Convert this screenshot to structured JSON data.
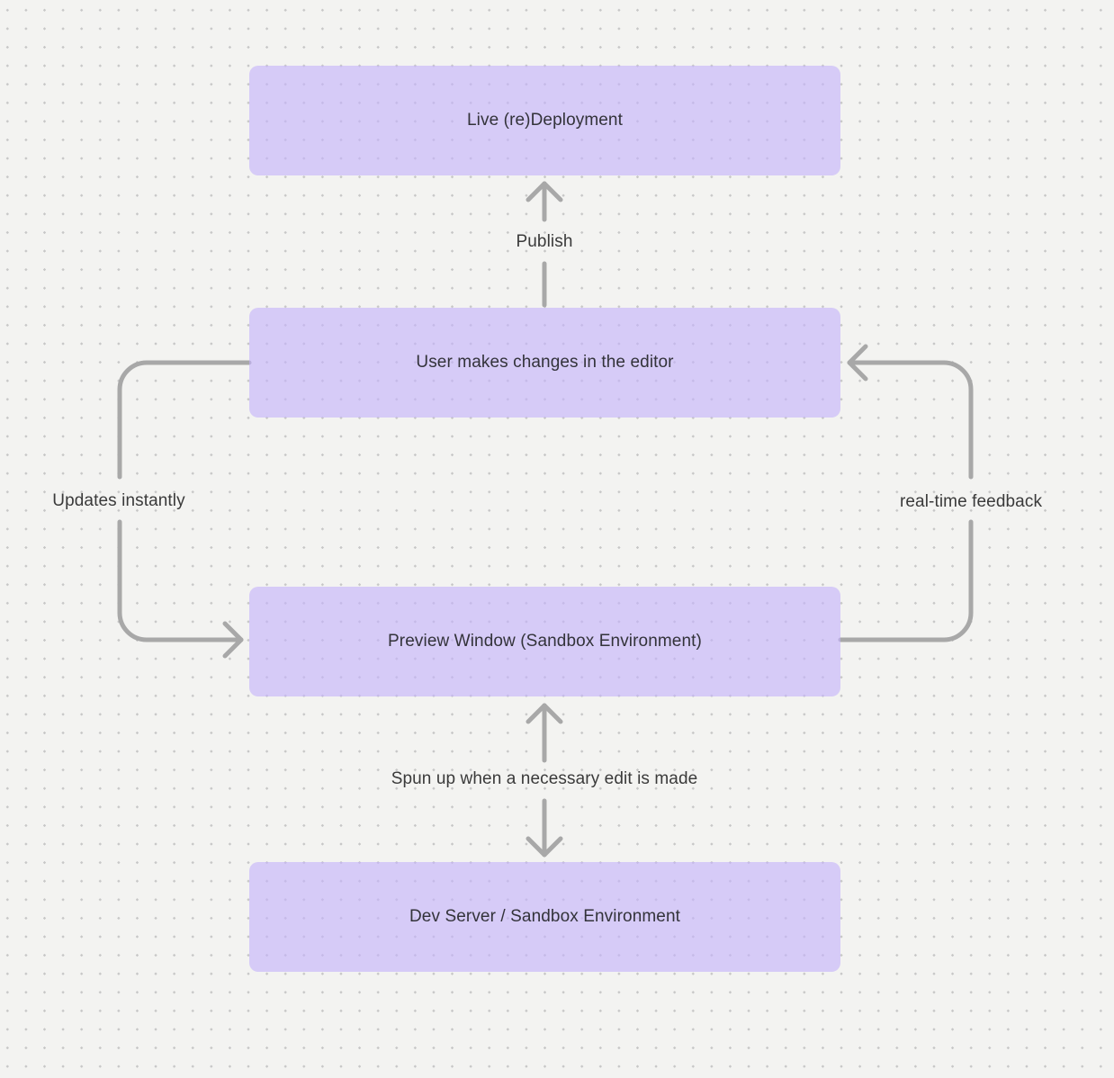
{
  "diagram": {
    "colors": {
      "background": "#f3f3f1",
      "dot_grid": "#c7c7c7",
      "node_fill": "#d6cbf7",
      "arrow": "#a8a8a8",
      "node_text": "#33333a",
      "label_text": "#3a3a3a"
    },
    "nodes": [
      {
        "id": "live-redeployment",
        "label": "Live (re)Deployment"
      },
      {
        "id": "user-edits",
        "label": "User makes changes in the editor"
      },
      {
        "id": "preview-window",
        "label": "Preview Window (Sandbox Environment)"
      },
      {
        "id": "dev-server",
        "label": "Dev Server / Sandbox Environment"
      }
    ],
    "edges": [
      {
        "id": "publish",
        "label": "Publish",
        "from": "user-edits",
        "to": "live-redeployment",
        "bidirectional": false
      },
      {
        "id": "updates-instantly",
        "label": "Updates instantly",
        "from": "user-edits",
        "to": "preview-window",
        "bidirectional": false
      },
      {
        "id": "real-time-feedback",
        "label": "real-time feedback",
        "from": "preview-window",
        "to": "user-edits",
        "bidirectional": false
      },
      {
        "id": "spun-up",
        "label": "Spun up when a necessary edit is made",
        "from": "dev-server",
        "to": "preview-window",
        "bidirectional": true
      }
    ]
  }
}
